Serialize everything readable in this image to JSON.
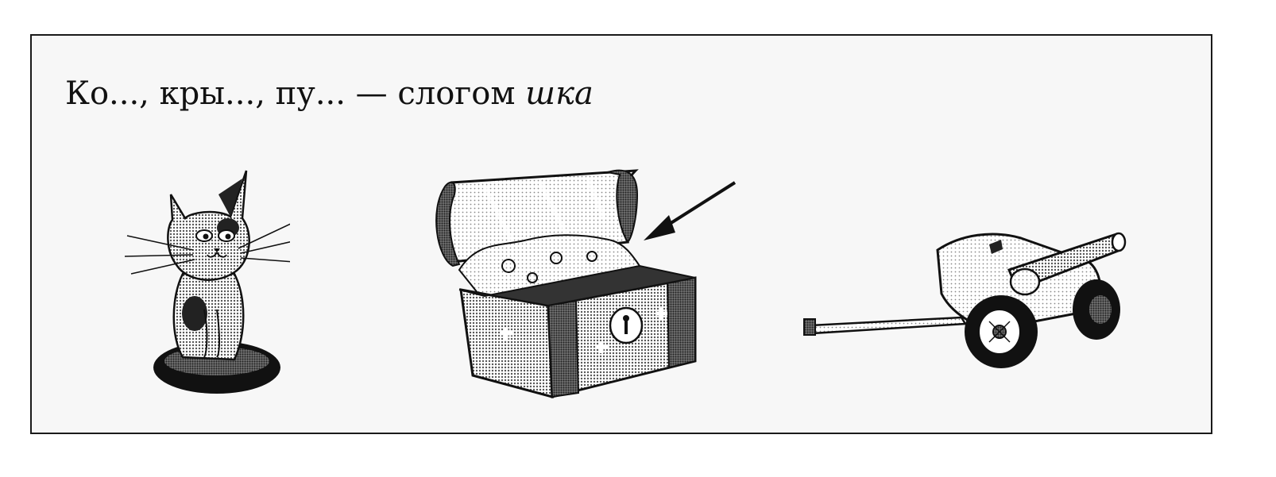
{
  "task": {
    "prefix": "Ко..., кры..., пу... — слогом ",
    "syllable": "шка"
  },
  "pictures": [
    {
      "id": "cat",
      "icon": "cat-icon"
    },
    {
      "id": "chest",
      "icon": "treasure-chest-icon",
      "pointer": "arrow-icon"
    },
    {
      "id": "cannon",
      "icon": "cannon-icon"
    }
  ],
  "colors": {
    "frame_border": "#1a1a1a",
    "frame_bg": "#f7f7f7",
    "ink": "#111111"
  }
}
